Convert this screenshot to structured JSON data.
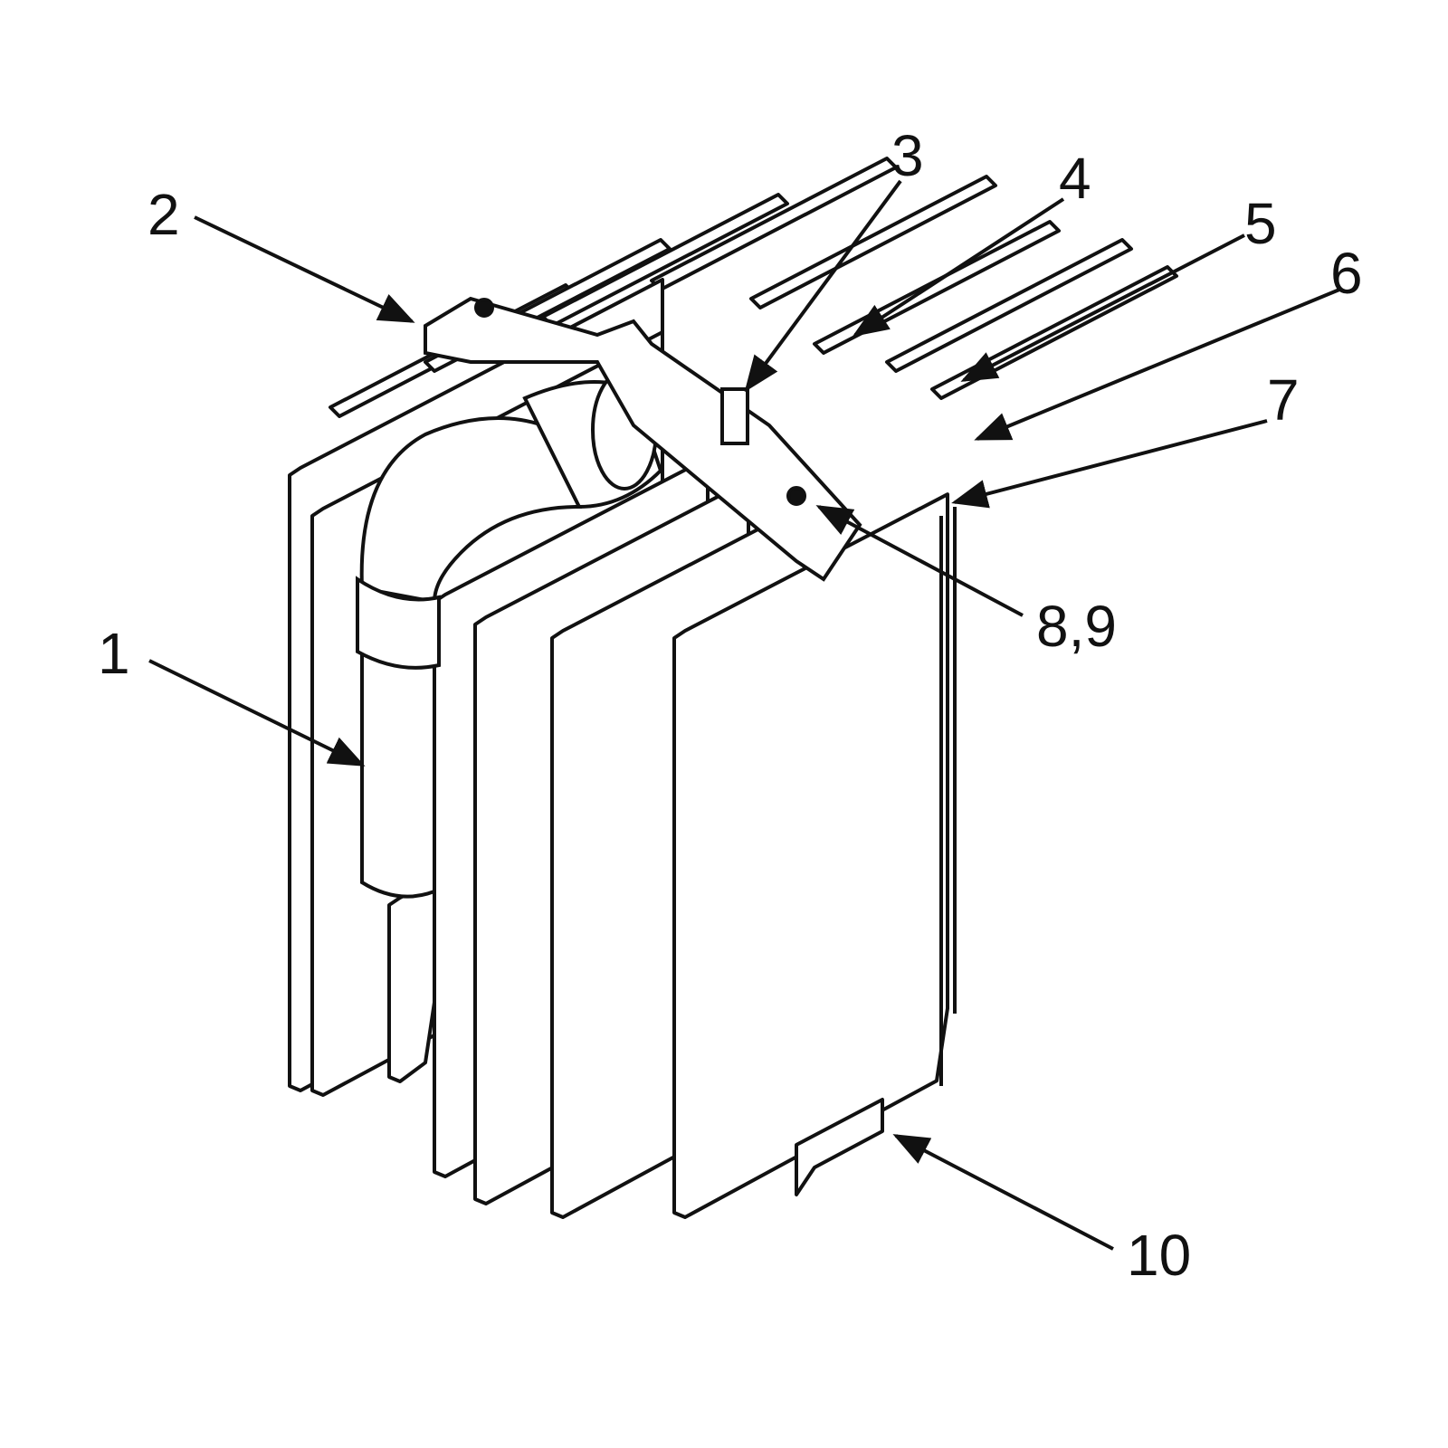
{
  "figure": {
    "labels": {
      "l1": "1",
      "l2": "2",
      "l3": "3",
      "l4": "4",
      "l5": "5",
      "l6": "6",
      "l7": "7",
      "l89": "8,9",
      "l10": "10"
    },
    "colors": {
      "line": "#111111",
      "background": "#ffffff"
    }
  }
}
